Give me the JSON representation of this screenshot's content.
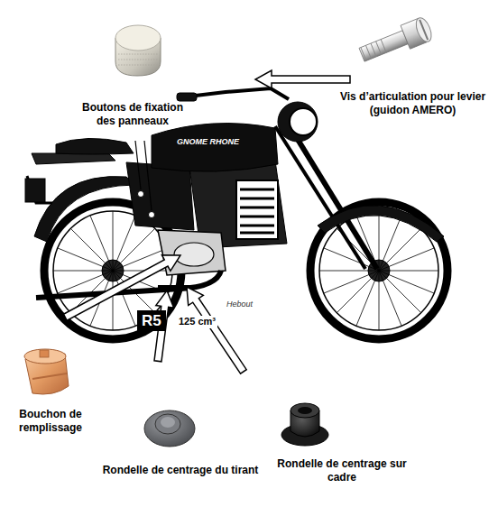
{
  "diagram": {
    "labels": [
      "Boutons de fixation des panneaux",
      "Vis d’articulation pour levier (guidon AMERO)",
      "Bouchon de remplissage",
      "Rondelle de centrage du tirant",
      "Rondelle de centrage sur cadre",
      "GNOME RHONE",
      "R5",
      "125 cm³",
      "Hebout"
    ]
  }
}
